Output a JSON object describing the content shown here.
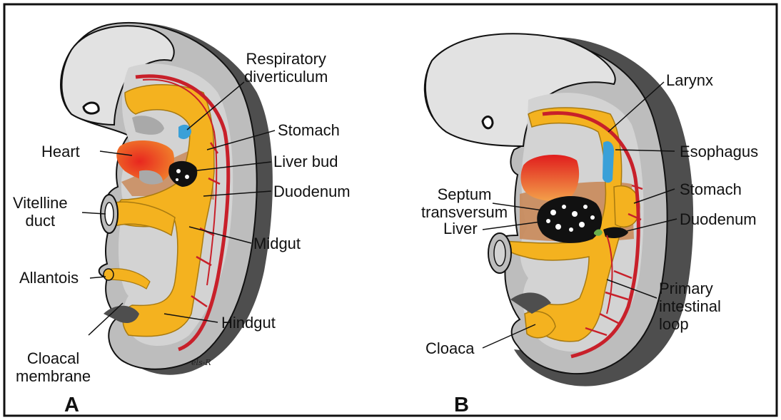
{
  "panels": {
    "a": {
      "letter": "A",
      "labels": {
        "respiratory": "Respiratory\ndiverticulum",
        "stomach": "Stomach",
        "heart": "Heart",
        "liver_bud": "Liver bud",
        "duodenum": "Duodenum",
        "vitelline": "Vitelline\nduct",
        "midgut": "Midgut",
        "allantois": "Allantois",
        "hindgut": "Hindgut",
        "cloacal": "Cloacal\nmembrane"
      },
      "signature": "els-R"
    },
    "b": {
      "letter": "B",
      "labels": {
        "larynx": "Larynx",
        "esophagus": "Esophagus",
        "septum": "Septum\ntransversum",
        "stomach": "Stomach",
        "liver": "Liver",
        "duodenum": "Duodenum",
        "primary": "Primary\nintestinal\nloop",
        "cloaca": "Cloaca"
      }
    }
  },
  "colors": {
    "gut": "#f4b21f",
    "vessel": "#c8202a",
    "body_outer": "#5b5b5b",
    "body_mid": "#b8b8b8",
    "body_inner": "#d8d8d8",
    "liver": "#111111",
    "respiratory": "#3aa0d8",
    "septum": "#c98a5a"
  }
}
